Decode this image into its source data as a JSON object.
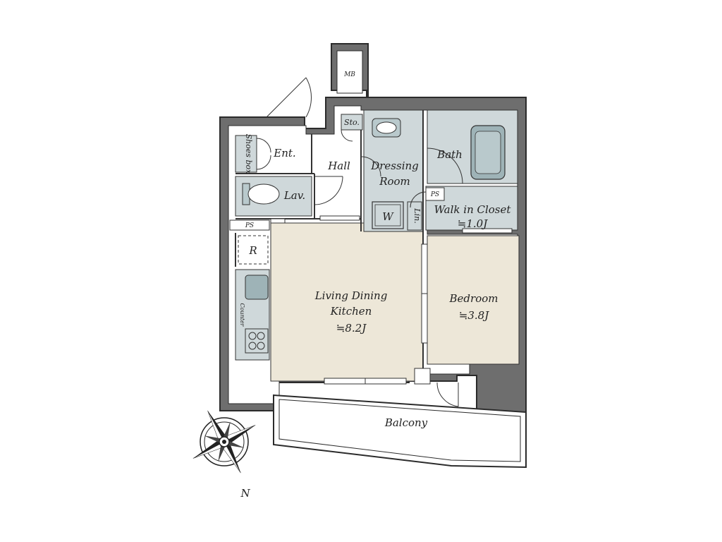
{
  "colors": {
    "wall": "#6e6e6e",
    "wall_edge": "#2b2b2b",
    "living_floor": "#ede7d8",
    "wet_area": "#cfd8da",
    "appliance": "#9eb3b7",
    "balcony": "#ffffff",
    "line": "#333333"
  },
  "rooms": {
    "living": {
      "line1": "Living Dining",
      "line2": "Kitchen",
      "area": "≒8.2J"
    },
    "bedroom": {
      "line1": "Bedroom",
      "area": "≒3.8J"
    },
    "walk_in_closet": {
      "line1": "Walk in Closet",
      "area": "≒1.0J"
    },
    "dressing": {
      "line1": "Dressing",
      "line2": "Room"
    },
    "bath": "Bath",
    "hall": "Hall",
    "lav": "Lav.",
    "entrance": "Ent.",
    "shoes_box": "Shoes box",
    "storage": "Sto.",
    "linen": "Lin.",
    "washer": "W",
    "refrigerator": "R",
    "pipe_space": "PS",
    "meter_box": "MB",
    "counter": "Counter",
    "balcony": "Balcony"
  },
  "compass": {
    "label": "N",
    "icon": "compass-rose-icon"
  }
}
